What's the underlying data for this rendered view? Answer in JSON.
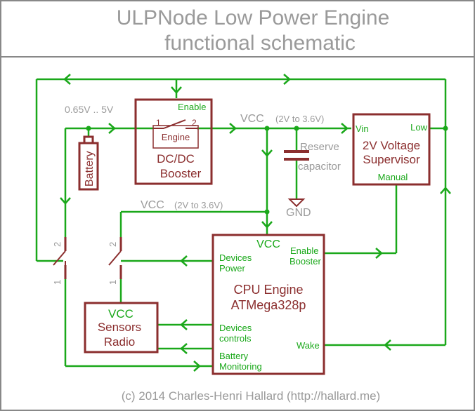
{
  "title": {
    "line1": "ULPNode Low Power Engine",
    "line2": "functional schematic"
  },
  "footer": "(c) 2014 Charles-Henri Hallard (http://hallard.me)",
  "colors": {
    "wire": "#1aa81a",
    "component": "#8b2e2e",
    "gray_text": "#9a9a9a",
    "frame": "#888888"
  },
  "battery": {
    "label": "Battery",
    "voltage": "0.65V .. 5V"
  },
  "booster": {
    "enable": "Enable",
    "engine": "Engine",
    "pin1": "1",
    "pin2": "2",
    "name_line1": "DC/DC",
    "name_line2": "Booster"
  },
  "vcc_top": {
    "label": "VCC",
    "range": "(2V to 3.6V)"
  },
  "vcc_mid": {
    "label": "VCC",
    "range": "(2V to 3.6V)"
  },
  "capacitor": {
    "line1": "Reserve",
    "line2": "capacitor",
    "gnd": "GND"
  },
  "supervisor": {
    "vin": "Vin",
    "low": "Low",
    "name_line1": "2V Voltage",
    "name_line2": "Supervisor",
    "manual": "Manual"
  },
  "cpu": {
    "vcc": "VCC",
    "devices_power_1": "Devices",
    "devices_power_2": "Power",
    "enable_booster_1": "Enable",
    "enable_booster_2": "Booster",
    "name_line1": "CPU Engine",
    "name_line2": "ATMega328p",
    "devices_controls_1": "Devices",
    "devices_controls_2": "controls",
    "battery_monitoring_1": "Battery",
    "battery_monitoring_2": "Monitoring",
    "wake": "Wake"
  },
  "sensors": {
    "line1": "VCC",
    "line2": "Sensors",
    "line3": "Radio"
  },
  "switch_left": {
    "pin2": "2",
    "pin1": "1"
  },
  "switch_right": {
    "pin2": "2",
    "pin1": "1"
  }
}
